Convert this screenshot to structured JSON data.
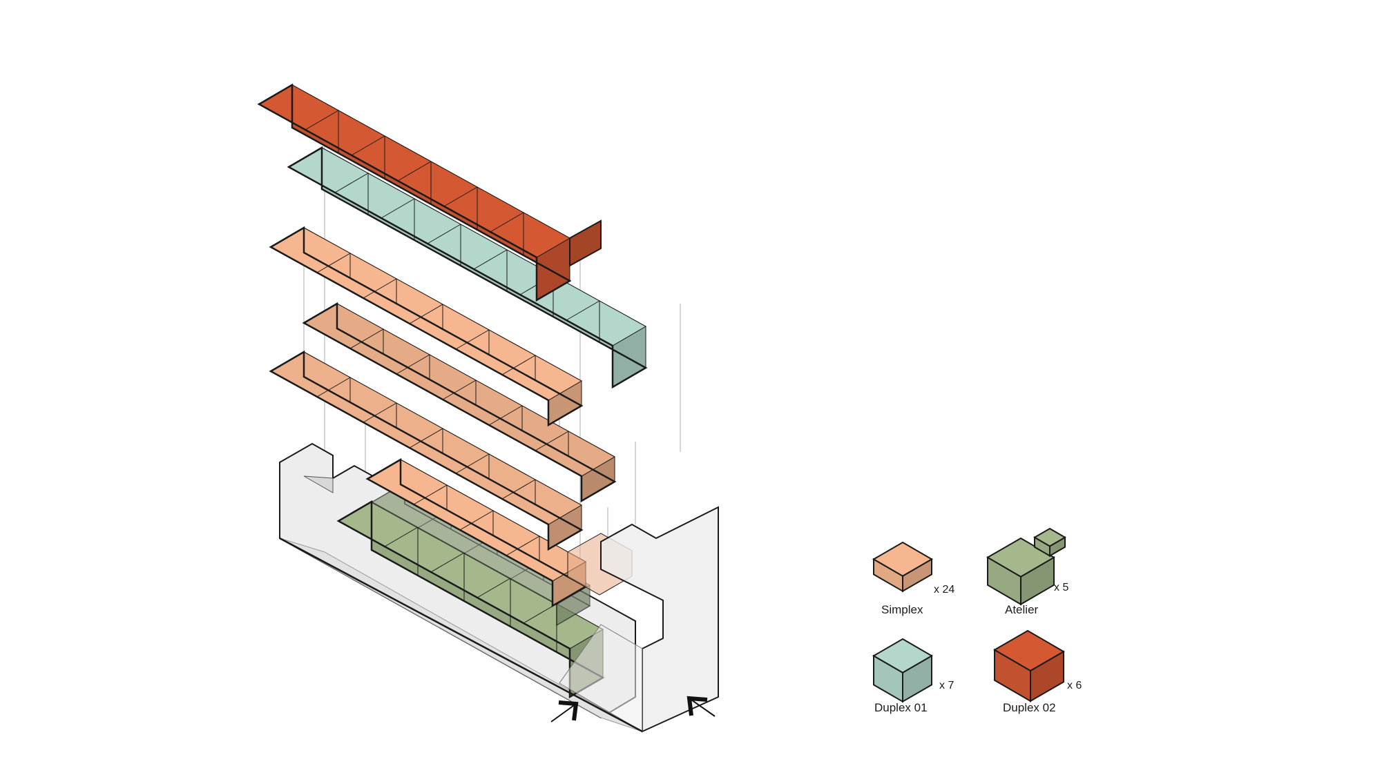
{
  "colors": {
    "simplex": "#e8ad88",
    "duplex01": "#a9cbbf",
    "atelier": "#9bae84",
    "duplex02": "#c85430",
    "shell": "#ededed",
    "line": "#1a1a1a"
  },
  "legend": {
    "simplex": {
      "label": "Simplex",
      "count": "x 24"
    },
    "atelier": {
      "label": "Atelier",
      "count": "x 5"
    },
    "duplex01": {
      "label": "Duplex 01",
      "count": "x 7"
    },
    "duplex02": {
      "label": "Duplex 02",
      "count": "x 6"
    }
  },
  "icons": {
    "entrance_left": "arrow-up-right-icon",
    "entrance_right": "arrow-up-left-icon"
  }
}
